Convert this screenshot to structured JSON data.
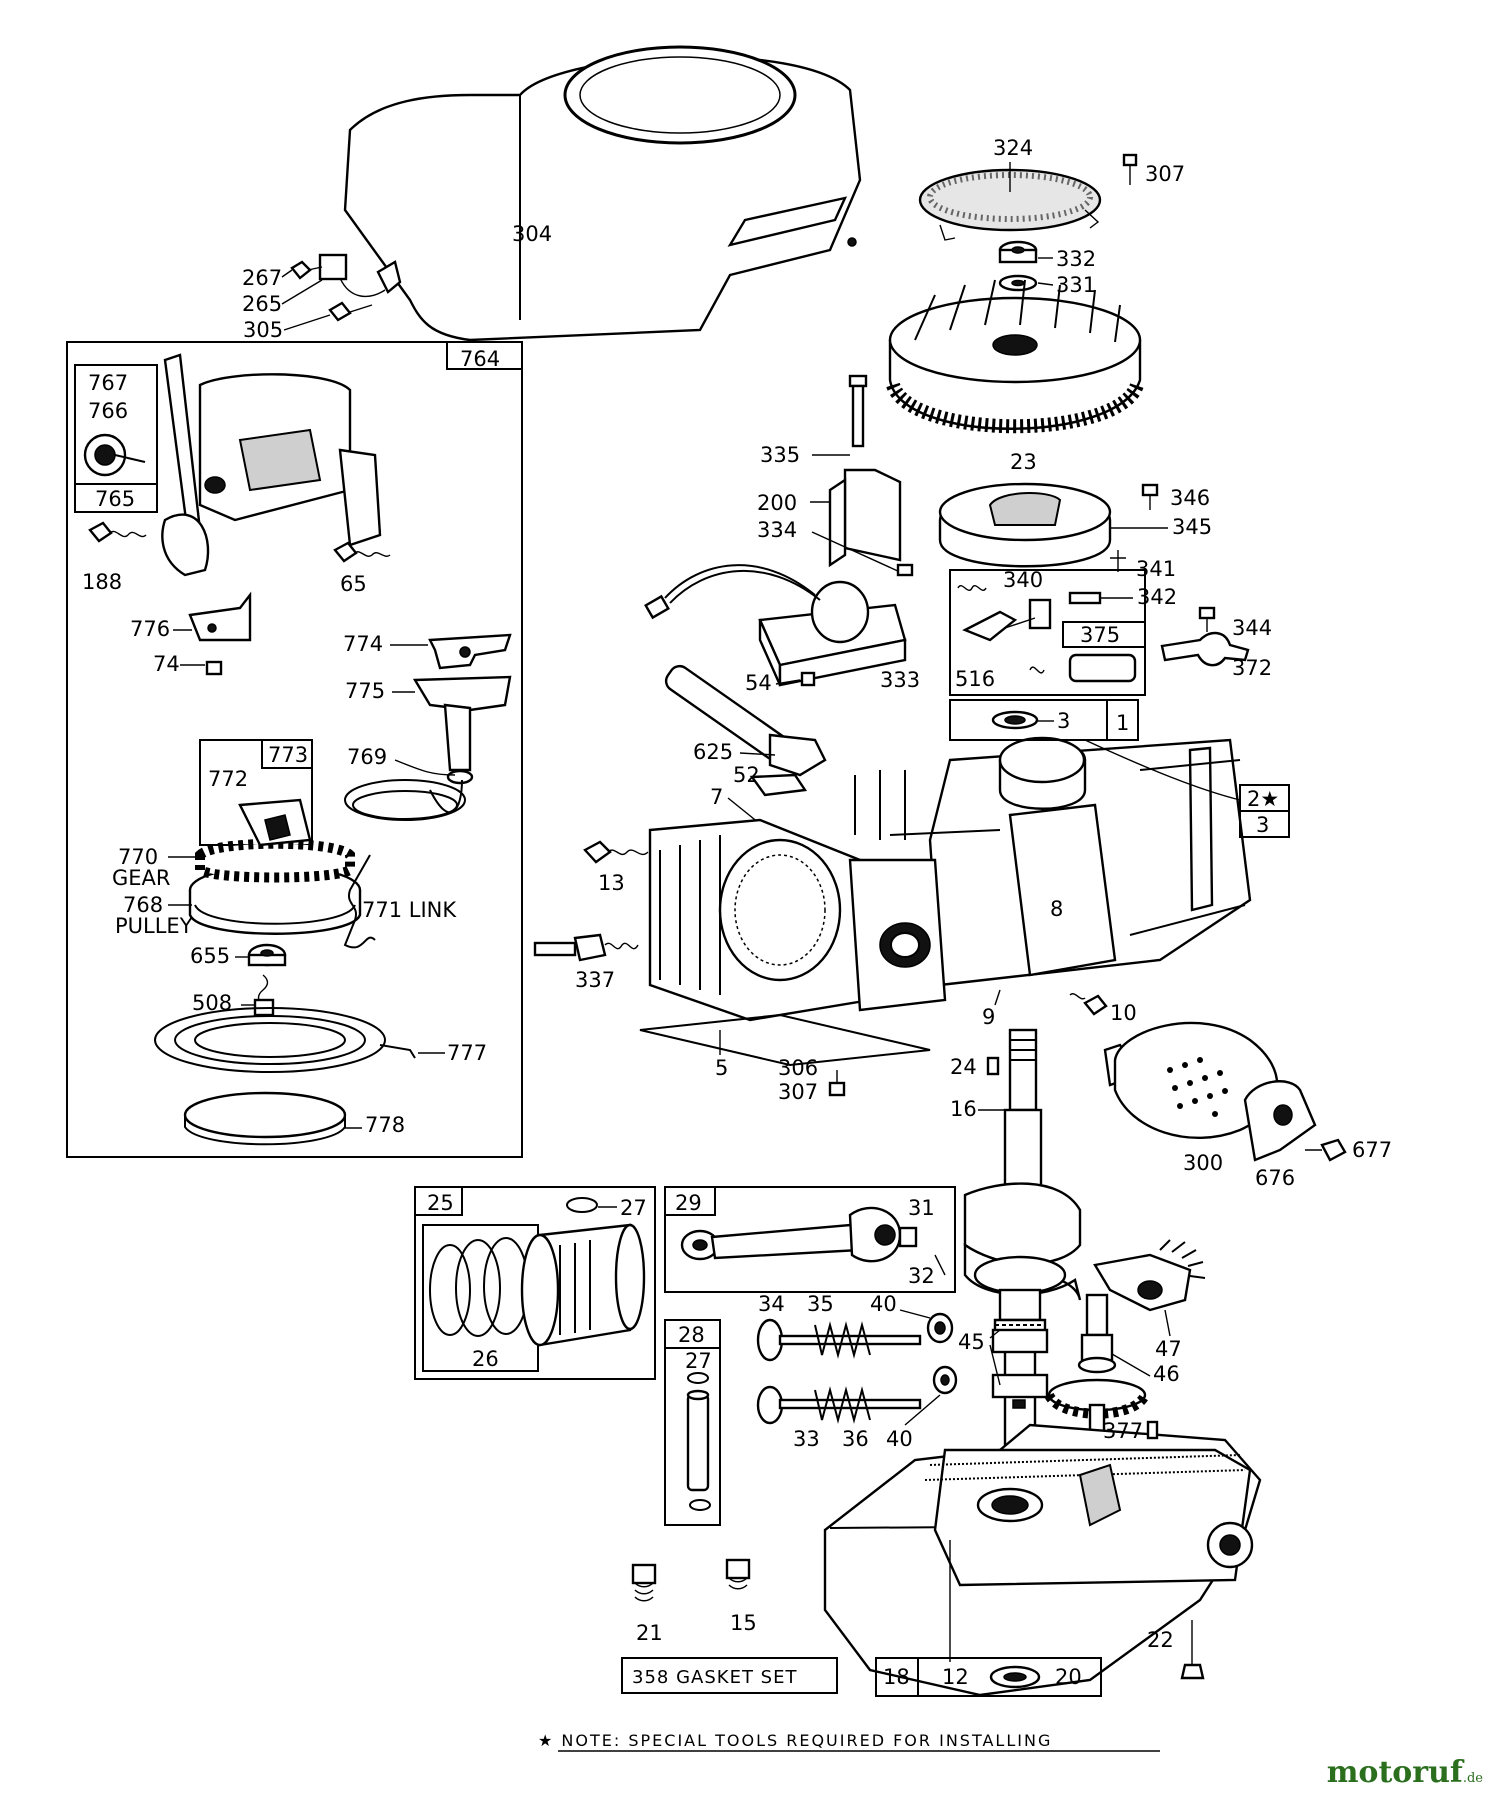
{
  "callouts": {
    "c304": "304",
    "c324": "324",
    "c307a": "307",
    "c332": "332",
    "c331": "331",
    "c267": "267",
    "c265": "265",
    "c305": "305",
    "c764": "764",
    "c767": "767",
    "c766": "766",
    "c765": "765",
    "c188": "188",
    "c65": "65",
    "c776": "776",
    "c74": "74",
    "c774": "774",
    "c775": "775",
    "c773": "773",
    "c772": "772",
    "c769": "769",
    "c770": "770",
    "gear": "GEAR",
    "c768": "768",
    "pulley": "PULLEY",
    "c771": "771 LINK",
    "c655": "655",
    "c508": "508",
    "c777": "777",
    "c778": "778",
    "c23": "23",
    "c335": "335",
    "c200": "200",
    "c334": "334",
    "c346": "346",
    "c345": "345",
    "c340": "340",
    "c341": "341",
    "c342": "342",
    "c375": "375",
    "c344": "344",
    "c372": "372",
    "c516": "516",
    "c333": "333",
    "c54": "54",
    "c625": "625",
    "c52": "52",
    "c7": "7",
    "c3a": "3",
    "c1": "1",
    "c2": "2★",
    "c3b": "3",
    "c13": "13",
    "c8": "8",
    "c337": "337",
    "c9": "9",
    "c10": "10",
    "c5": "5",
    "c306": "306",
    "c307b": "307",
    "c24": "24",
    "c16": "16",
    "c300": "300",
    "c676": "676",
    "c677": "677",
    "c25": "25",
    "c27a": "27",
    "c26": "26",
    "c29": "29",
    "c31": "31",
    "c32": "32",
    "c28": "28",
    "c27b": "27",
    "c34": "34",
    "c35": "35",
    "c40a": "40",
    "c45": "45",
    "c47": "47",
    "c46": "46",
    "c33": "33",
    "c36": "36",
    "c40b": "40",
    "c377": "377",
    "c21": "21",
    "c15": "15",
    "c358": "358 GASKET SET",
    "c18": "18",
    "c12": "12",
    "c20": "20",
    "c22": "22"
  },
  "note": "★ NOTE: SPECIAL TOOLS REQUIRED FOR INSTALLING",
  "watermark": {
    "name": "motoruf",
    "tld": ".de"
  }
}
